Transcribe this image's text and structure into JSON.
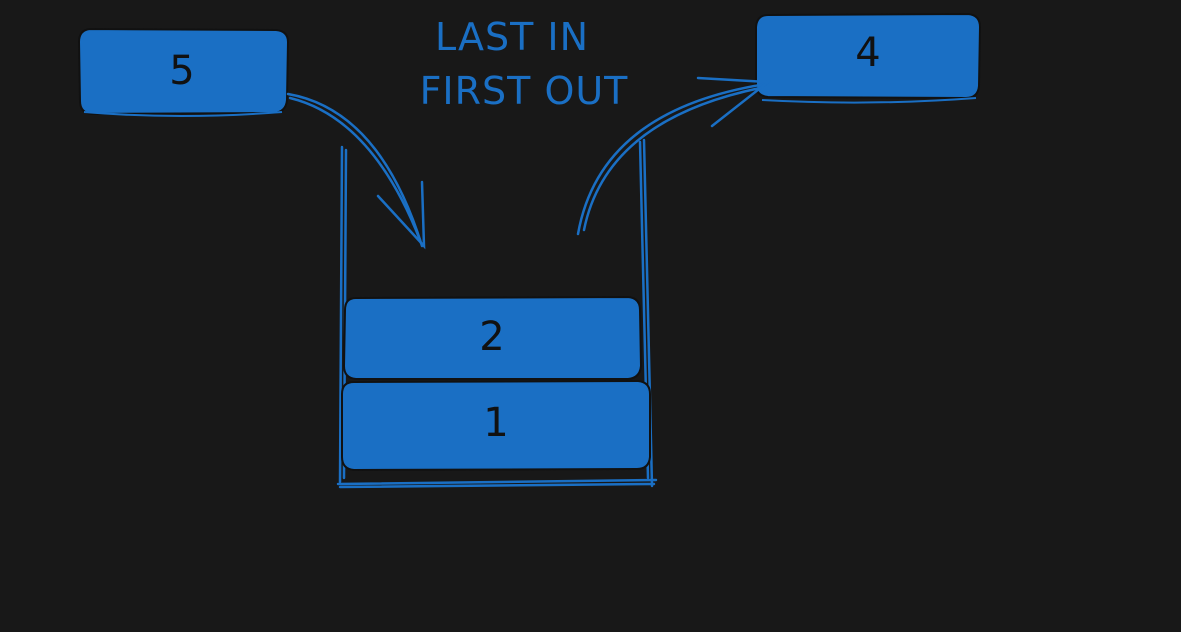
{
  "colors": {
    "background": "#181818",
    "box_fill": "#1a6fc4",
    "stroke": "#1a6fc4",
    "label": "#111111"
  },
  "caption": {
    "line1": "LAST IN",
    "line2": "FIRST OUT"
  },
  "incoming": {
    "label": "5"
  },
  "outgoing": {
    "label": "4"
  },
  "stack": {
    "items": [
      {
        "label": "2"
      },
      {
        "label": "1"
      }
    ]
  }
}
